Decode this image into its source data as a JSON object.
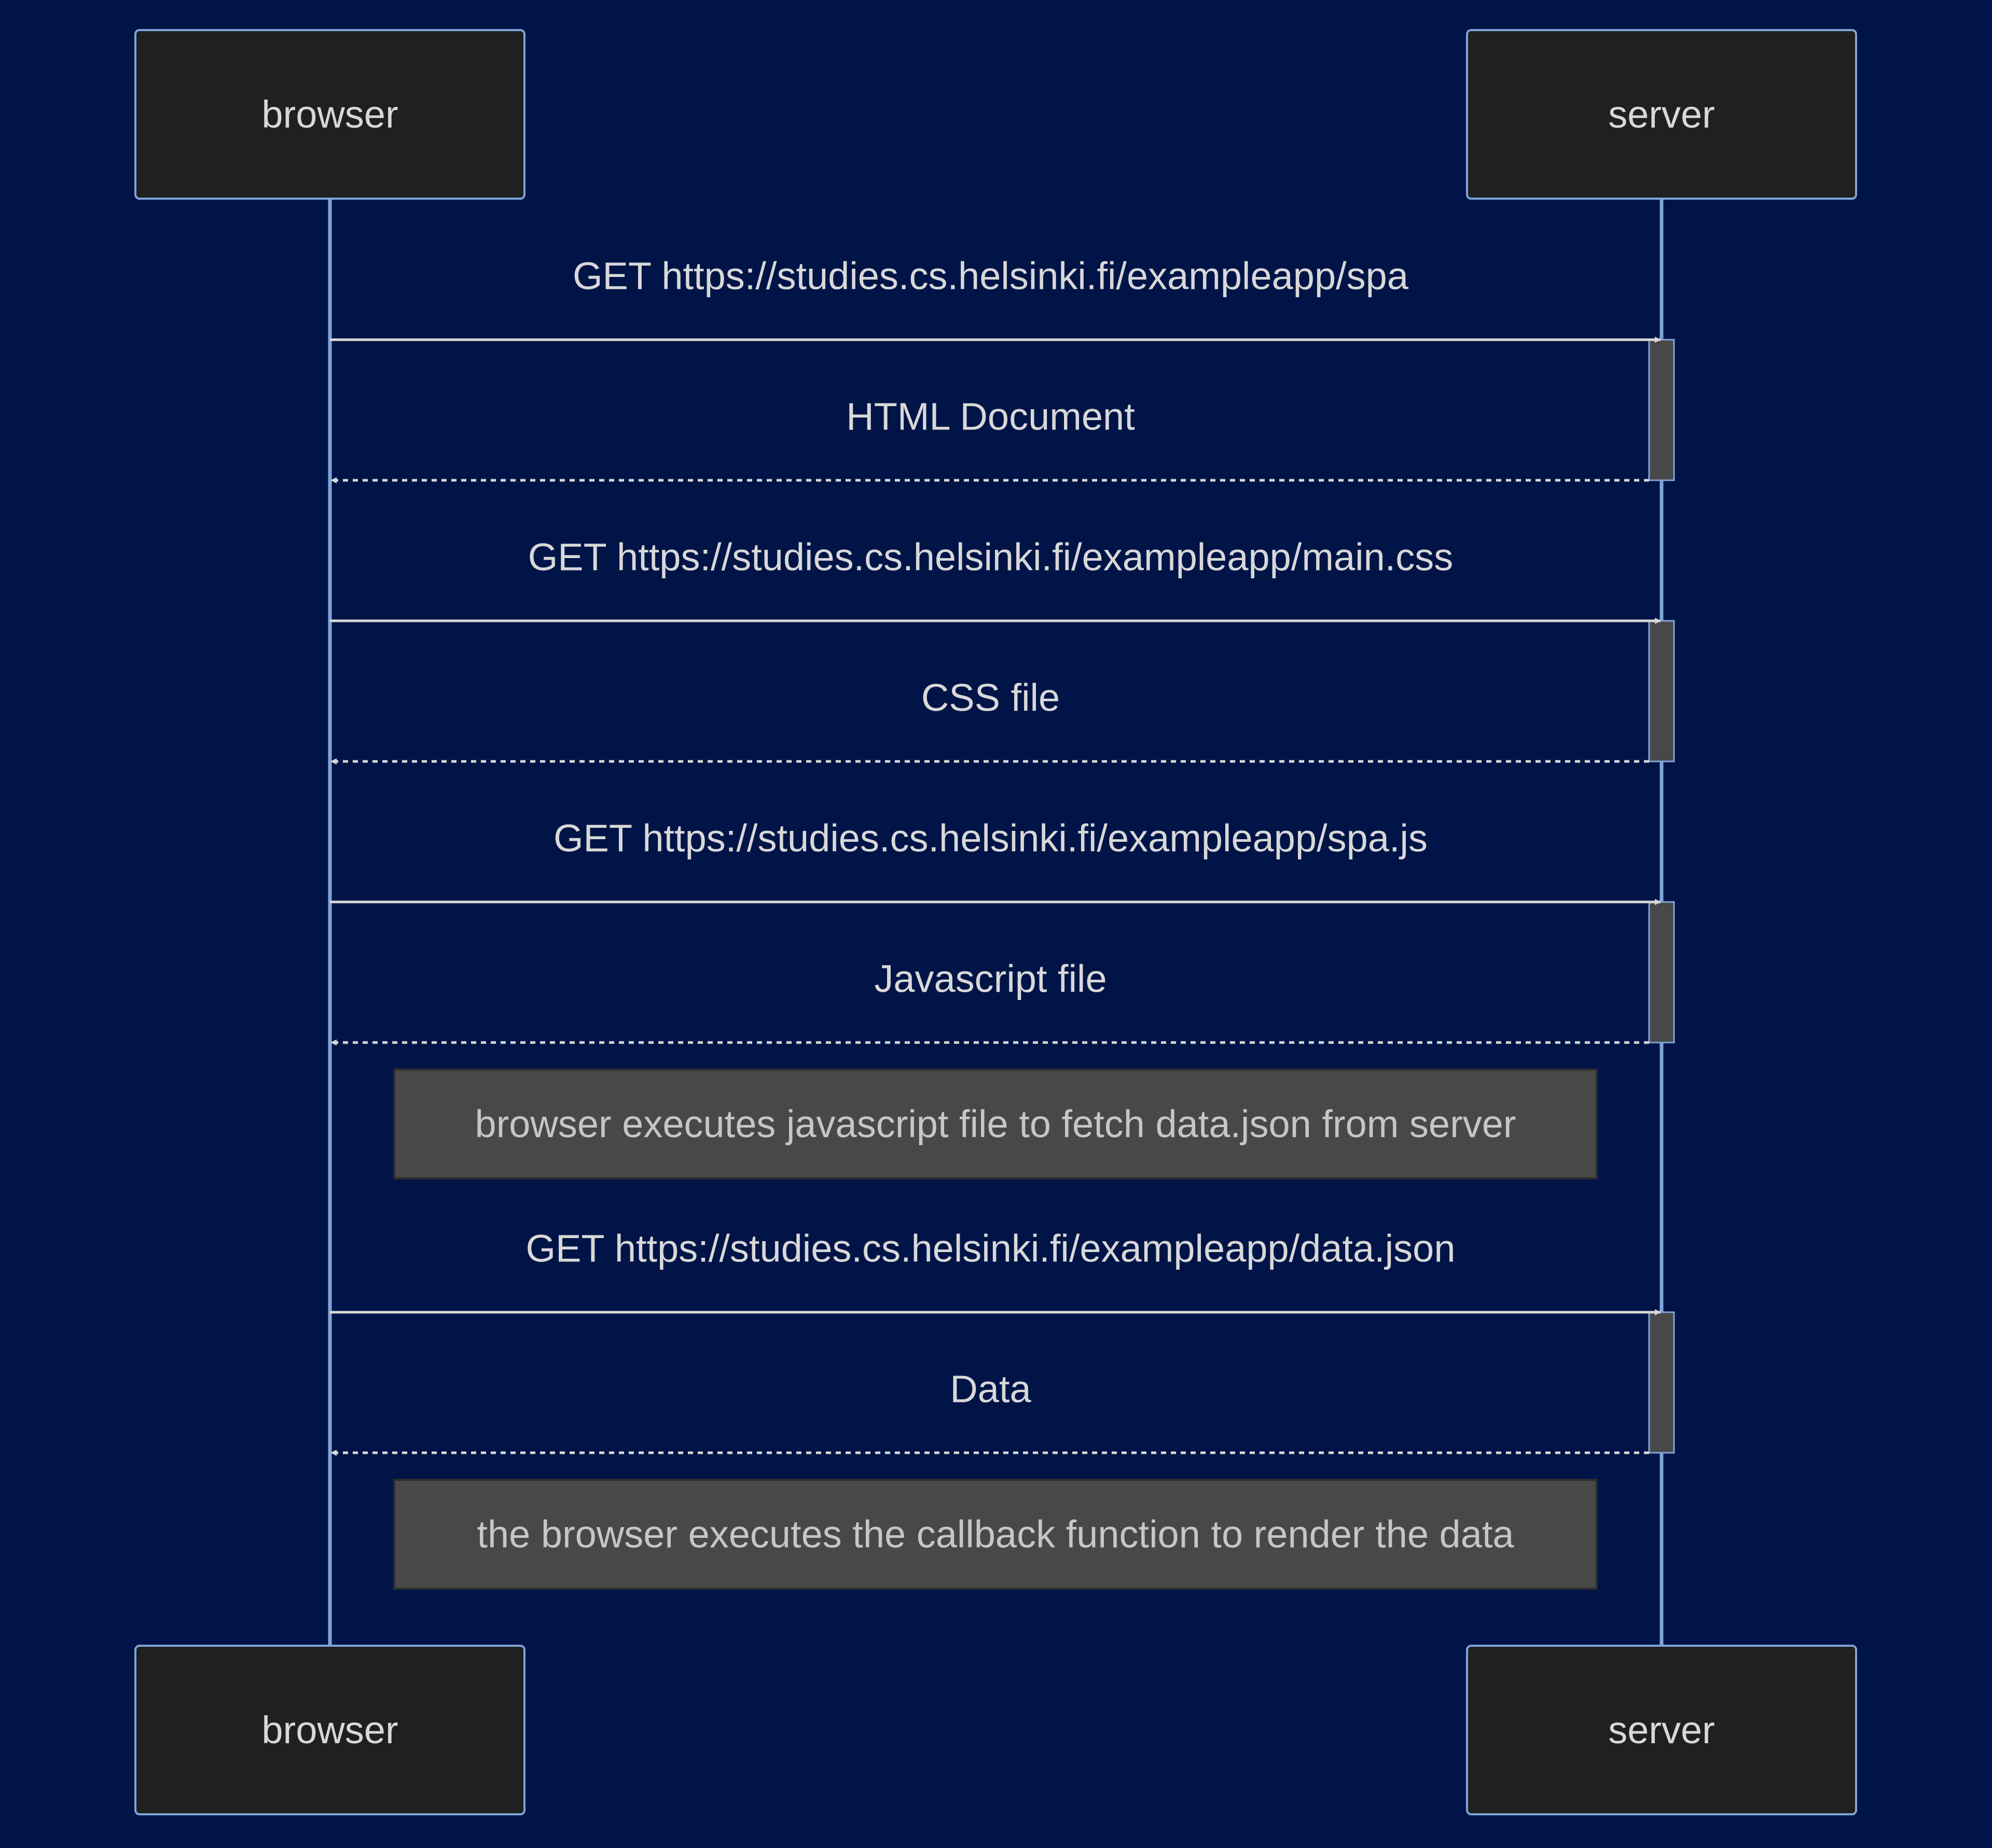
{
  "colors": {
    "background": "#001447",
    "actor_fill": "#1f2020",
    "actor_border": "#81a4d8",
    "lifeline": "#81a4d8",
    "message_line": "#d8d8d8",
    "text": "#d8d8d8",
    "activation_fill": "#484848",
    "note_fill": "#484848",
    "note_border": "#2c2c2c",
    "note_text": "#c6c6c6"
  },
  "participants": [
    {
      "id": "browser",
      "label": "browser"
    },
    {
      "id": "server",
      "label": "server"
    }
  ],
  "steps": [
    {
      "kind": "message",
      "from": "browser",
      "to": "server",
      "style": "solid",
      "label": "GET https://studies.cs.helsinki.fi/exampleapp/spa"
    },
    {
      "kind": "message",
      "from": "server",
      "to": "browser",
      "style": "dashed",
      "label": "HTML Document"
    },
    {
      "kind": "message",
      "from": "browser",
      "to": "server",
      "style": "solid",
      "label": "GET https://studies.cs.helsinki.fi/exampleapp/main.css"
    },
    {
      "kind": "message",
      "from": "server",
      "to": "browser",
      "style": "dashed",
      "label": "CSS file"
    },
    {
      "kind": "message",
      "from": "browser",
      "to": "server",
      "style": "solid",
      "label": "GET https://studies.cs.helsinki.fi/exampleapp/spa.js"
    },
    {
      "kind": "message",
      "from": "server",
      "to": "browser",
      "style": "dashed",
      "label": "Javascript file"
    },
    {
      "kind": "note",
      "text": "browser executes javascript file to fetch data.json from server"
    },
    {
      "kind": "message",
      "from": "browser",
      "to": "server",
      "style": "solid",
      "label": "GET https://studies.cs.helsinki.fi/exampleapp/data.json"
    },
    {
      "kind": "message",
      "from": "server",
      "to": "browser",
      "style": "dashed",
      "label": "Data"
    },
    {
      "kind": "note",
      "text": "the browser executes the callback function to render the data"
    }
  ]
}
